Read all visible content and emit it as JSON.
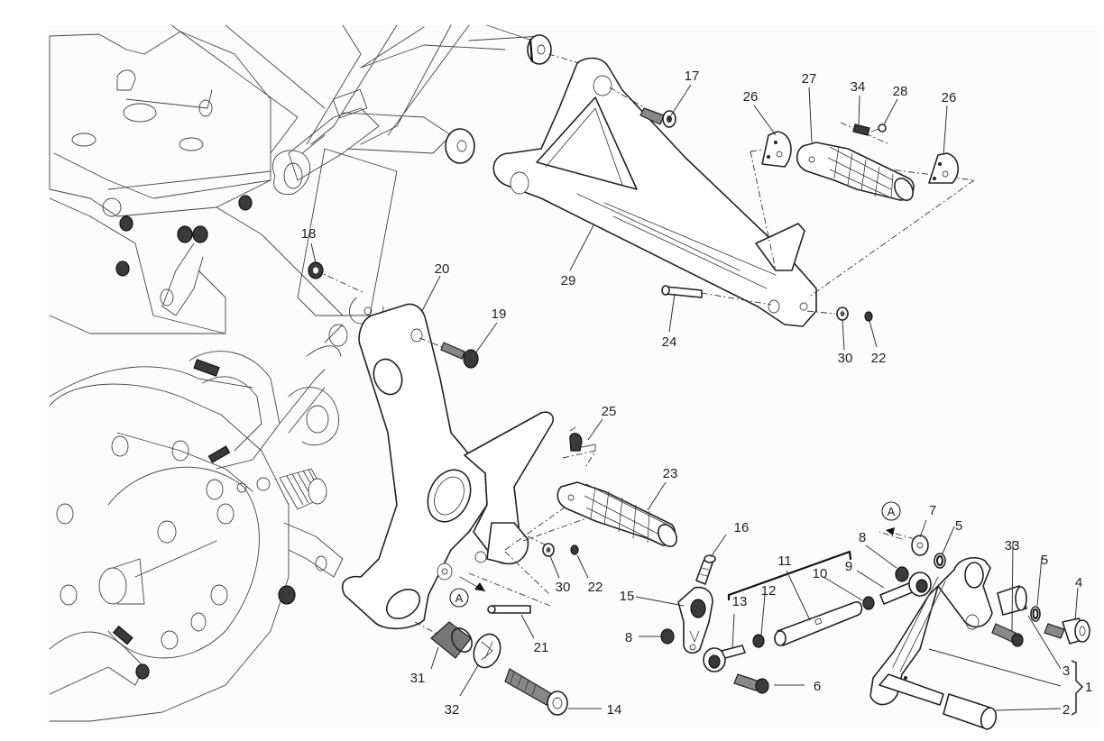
{
  "diagram": {
    "title": "Footrests and gear change lever — exploded parts view",
    "reference_marker": "A",
    "callouts": [
      {
        "id": "c1",
        "label": "1"
      },
      {
        "id": "c2",
        "label": "2"
      },
      {
        "id": "c3",
        "label": "3"
      },
      {
        "id": "c4",
        "label": "4"
      },
      {
        "id": "c5a",
        "label": "5"
      },
      {
        "id": "c5b",
        "label": "5"
      },
      {
        "id": "c6",
        "label": "6"
      },
      {
        "id": "c7",
        "label": "7"
      },
      {
        "id": "c8a",
        "label": "8"
      },
      {
        "id": "c8b",
        "label": "8"
      },
      {
        "id": "c9",
        "label": "9"
      },
      {
        "id": "c10",
        "label": "10"
      },
      {
        "id": "c11",
        "label": "11"
      },
      {
        "id": "c12",
        "label": "12"
      },
      {
        "id": "c13",
        "label": "13"
      },
      {
        "id": "c14",
        "label": "14"
      },
      {
        "id": "c15",
        "label": "15"
      },
      {
        "id": "c16",
        "label": "16"
      },
      {
        "id": "c17",
        "label": "17"
      },
      {
        "id": "c18",
        "label": "18"
      },
      {
        "id": "c19",
        "label": "19"
      },
      {
        "id": "c20",
        "label": "20"
      },
      {
        "id": "c21",
        "label": "21"
      },
      {
        "id": "c22a",
        "label": "22"
      },
      {
        "id": "c22b",
        "label": "22"
      },
      {
        "id": "c23",
        "label": "23"
      },
      {
        "id": "c24",
        "label": "24"
      },
      {
        "id": "c25",
        "label": "25"
      },
      {
        "id": "c26a",
        "label": "26"
      },
      {
        "id": "c26b",
        "label": "26"
      },
      {
        "id": "c27",
        "label": "27"
      },
      {
        "id": "c28",
        "label": "28"
      },
      {
        "id": "c29",
        "label": "29"
      },
      {
        "id": "c30a",
        "label": "30"
      },
      {
        "id": "c30b",
        "label": "30"
      },
      {
        "id": "c31",
        "label": "31"
      },
      {
        "id": "c32",
        "label": "32"
      },
      {
        "id": "c33",
        "label": "33"
      },
      {
        "id": "c34",
        "label": "34"
      }
    ]
  }
}
